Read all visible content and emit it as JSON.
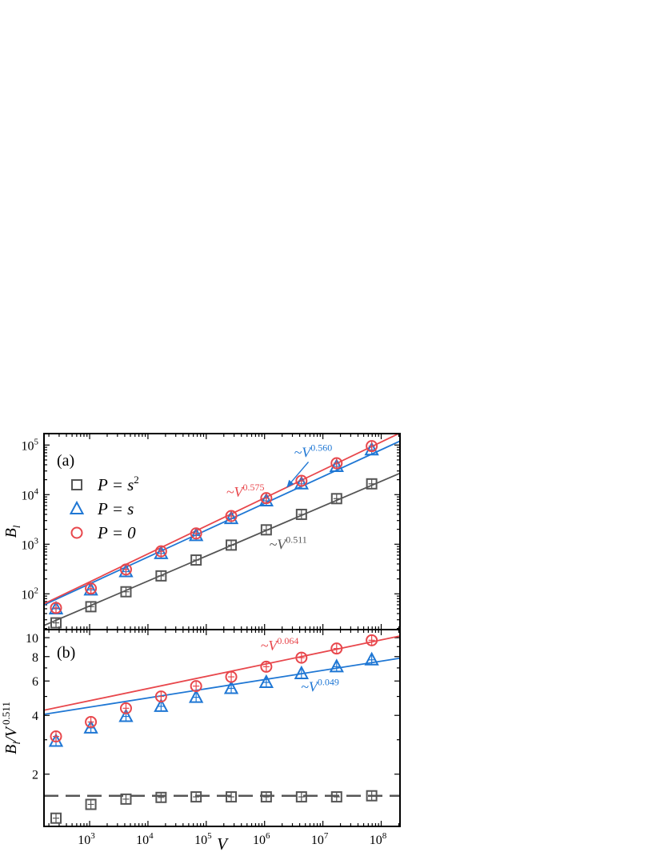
{
  "colors": {
    "gray": "#555555",
    "blue": "#1f77d4",
    "red": "#e8474c"
  },
  "chart_data": [
    {
      "type": "scatter",
      "panel_label": "(a)",
      "xlabel": "V",
      "ylabel": {
        "base": "B",
        "sub": "l"
      },
      "x_scale": "log",
      "y_scale": "log",
      "xlim": [
        165,
        210000000.0
      ],
      "ylim": [
        19,
        170000.0
      ],
      "x_ticks": [
        {
          "value": 1000,
          "base": "10",
          "exp": "3"
        },
        {
          "value": 10000,
          "base": "10",
          "exp": "4"
        },
        {
          "value": 100000,
          "base": "10",
          "exp": "5"
        },
        {
          "value": 1000000,
          "base": "10",
          "exp": "6"
        },
        {
          "value": 10000000,
          "base": "10",
          "exp": "7"
        },
        {
          "value": 100000000,
          "base": "10",
          "exp": "8"
        }
      ],
      "y_ticks": [
        {
          "value": 100,
          "base": "10",
          "exp": "2"
        },
        {
          "value": 1000,
          "base": "10",
          "exp": "3"
        },
        {
          "value": 10000,
          "base": "10",
          "exp": "4"
        },
        {
          "value": 100000,
          "base": "10",
          "exp": "5"
        }
      ],
      "legend": {
        "position": "upper-left",
        "entries": [
          {
            "marker": "square",
            "color": "gray",
            "text": "P = s",
            "sup": "2"
          },
          {
            "marker": "triangle",
            "color": "blue",
            "text": "P = s",
            "sup": ""
          },
          {
            "marker": "circle",
            "color": "red",
            "text": "P = 0",
            "sup": ""
          }
        ]
      },
      "series": [
        {
          "marker": "square",
          "color": "gray",
          "x": [
            265,
            1050,
            4200,
            16800,
            67000,
            268000,
            1070000,
            4290000,
            17200000,
            68700000
          ],
          "y": [
            26,
            55,
            110,
            230,
            480,
            960,
            1950,
            4000,
            8300,
            16500
          ]
        },
        {
          "marker": "triangle",
          "color": "blue",
          "x": [
            265,
            1050,
            4200,
            16800,
            67000,
            268000,
            1070000,
            4290000,
            17200000,
            68700000
          ],
          "y": [
            50,
            120,
            280,
            650,
            1500,
            3300,
            7500,
            16500,
            37000,
            80000
          ]
        },
        {
          "marker": "circle",
          "color": "red",
          "x": [
            265,
            1050,
            4200,
            16800,
            67000,
            268000,
            1070000,
            4290000,
            17200000,
            68700000
          ],
          "y": [
            52,
            128,
            310,
            720,
            1650,
            3700,
            8500,
            19000,
            43000,
            95000
          ]
        }
      ],
      "fits": [
        {
          "color": "gray",
          "x": [
            165,
            210000000.0
          ],
          "y": [
            23,
            27000
          ]
        },
        {
          "color": "blue",
          "x": [
            165,
            210000000.0
          ],
          "y": [
            60,
            120000
          ]
        },
        {
          "color": "red",
          "x": [
            165,
            210000000.0
          ],
          "y": [
            63,
            175000
          ]
        }
      ],
      "annotations": [
        {
          "color": "red",
          "text": "~V",
          "exp": "0.575",
          "x": 220000.0,
          "y": 9000
        },
        {
          "color": "blue",
          "text": "~V",
          "exp": "0.560",
          "x": 3200000.0,
          "y": 57000,
          "arrow_to": [
            2400000.0,
            14000
          ]
        },
        {
          "color": "gray",
          "text": "~V",
          "exp": "0.511",
          "x": 1200000.0,
          "y": 800
        }
      ]
    },
    {
      "type": "scatter",
      "panel_label": "(b)",
      "xlabel": "V",
      "ylabel": {
        "base": "B",
        "sub": "l",
        "mid": "/V",
        "sup": "0.511"
      },
      "x_scale": "log",
      "y_scale": "log",
      "xlim": [
        165,
        210000000.0
      ],
      "ylim": [
        1.08,
        11.0
      ],
      "x_ticks": [
        {
          "value": 1000,
          "base": "10",
          "exp": "3"
        },
        {
          "value": 10000,
          "base": "10",
          "exp": "4"
        },
        {
          "value": 100000,
          "base": "10",
          "exp": "5"
        },
        {
          "value": 1000000,
          "base": "10",
          "exp": "6"
        },
        {
          "value": 10000000,
          "base": "10",
          "exp": "7"
        },
        {
          "value": 100000000,
          "base": "10",
          "exp": "8"
        }
      ],
      "y_ticks": [
        {
          "value": 2,
          "label": "2"
        },
        {
          "value": 4,
          "label": "4"
        },
        {
          "value": 6,
          "label": "6"
        },
        {
          "value": 8,
          "label": "8"
        },
        {
          "value": 10,
          "label": "10"
        }
      ],
      "series": [
        {
          "marker": "square",
          "color": "gray",
          "x": [
            265,
            1050,
            4200,
            16800,
            67000,
            268000,
            1070000,
            4290000,
            17200000,
            68700000
          ],
          "y": [
            1.19,
            1.4,
            1.49,
            1.52,
            1.53,
            1.53,
            1.53,
            1.53,
            1.53,
            1.55
          ]
        },
        {
          "marker": "triangle",
          "color": "blue",
          "x": [
            265,
            1050,
            4200,
            16800,
            67000,
            268000,
            1070000,
            4290000,
            17200000,
            68700000
          ],
          "y": [
            2.95,
            3.45,
            3.95,
            4.45,
            4.95,
            5.5,
            5.9,
            6.55,
            7.1,
            7.7
          ]
        },
        {
          "marker": "circle",
          "color": "red",
          "x": [
            265,
            1050,
            4200,
            16800,
            67000,
            268000,
            1070000,
            4290000,
            17200000,
            68700000
          ],
          "y": [
            3.12,
            3.7,
            4.35,
            5.0,
            5.65,
            6.3,
            7.1,
            7.9,
            8.8,
            9.7
          ]
        }
      ],
      "fits": [
        {
          "color": "blue",
          "x": [
            165,
            210000000.0
          ],
          "y": [
            4.05,
            7.85
          ]
        },
        {
          "color": "red",
          "x": [
            165,
            210000000.0
          ],
          "y": [
            4.25,
            10.2
          ]
        }
      ],
      "reference_line": {
        "color": "gray",
        "y": 1.55,
        "style": "dashed"
      },
      "annotations": [
        {
          "color": "red",
          "text": "~V",
          "exp": "0.064",
          "x": 850000.0,
          "y": 8.6
        },
        {
          "color": "blue",
          "text": "~V",
          "exp": "0.049",
          "x": 4200000.0,
          "y": 5.3
        }
      ]
    }
  ]
}
